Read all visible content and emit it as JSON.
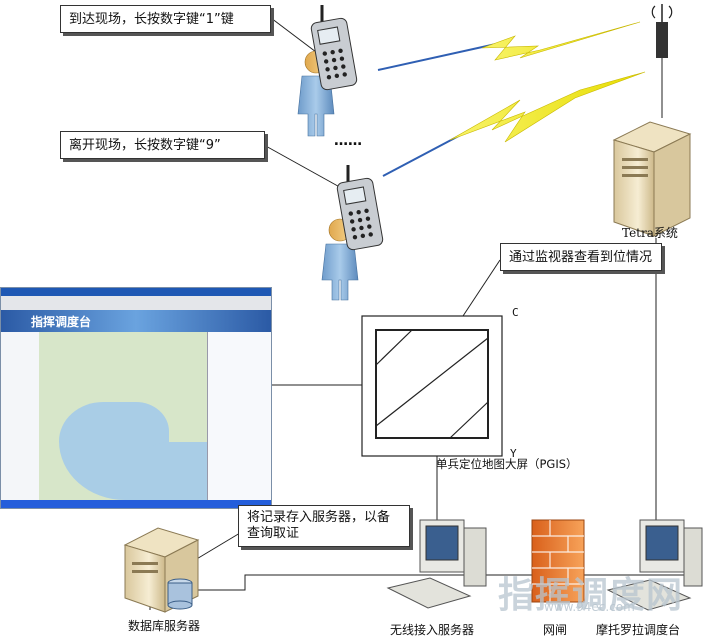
{
  "callouts": {
    "arrive": "到达现场，长按数字键“1”键",
    "leave": "离开现场，长按数字键“9”",
    "monitor": "通过监视器查看到位情况",
    "record": "将记录存入服务器，以备查询取证"
  },
  "labels": {
    "ellipsis": "……",
    "tetra": "Tetra系统",
    "screen": "单兵定位地图大屏（PGIS）",
    "corner_c": "C",
    "corner_y": "Y",
    "db_server": "数据库服务器",
    "wireless_server": "无线接入服务器",
    "gateway": "网闸",
    "motorola": "摩托罗拉调度台"
  },
  "monitor_screen": {
    "banner": "指挥调度台"
  },
  "watermark": {
    "text": "指挥调度网",
    "url": "www.94ec.com"
  },
  "colors": {
    "lightning": "#f5f020",
    "radio_wave": "#2f5fb3",
    "line": "#222222",
    "person": "#8fb6dd",
    "server": "#f2e6c8",
    "firewall": "#f0843a"
  }
}
